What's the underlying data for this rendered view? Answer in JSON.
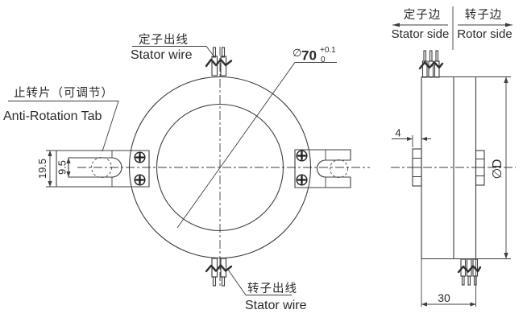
{
  "front_view": {
    "labels": {
      "stator_wire": {
        "zh": "定子出线",
        "en": "Stator wire"
      },
      "anti_rotation_tab": {
        "zh": "止转片（可调节）",
        "en": "Anti-Rotation Tab"
      },
      "rotor_wire": {
        "zh": "转子出线",
        "en": "Stator wire"
      }
    },
    "dimensions": {
      "bore_diameter": {
        "symbol": "∅",
        "value": "70",
        "tolerance_upper": "+0.1",
        "tolerance_lower": "0"
      },
      "tab_width": "19.5",
      "slot_width": "9.5"
    }
  },
  "side_view": {
    "labels": {
      "stator_side": {
        "zh": "定子边",
        "en": "Stator side"
      },
      "rotor_side": {
        "zh": "转子边",
        "en": "Rotor side"
      }
    },
    "dimensions": {
      "tab_thickness": "4",
      "body_length": "30",
      "outer_diameter": "∅D"
    }
  },
  "colors": {
    "line": "#3d3d3d",
    "text": "#2a2a2a",
    "background": "#ffffff"
  }
}
